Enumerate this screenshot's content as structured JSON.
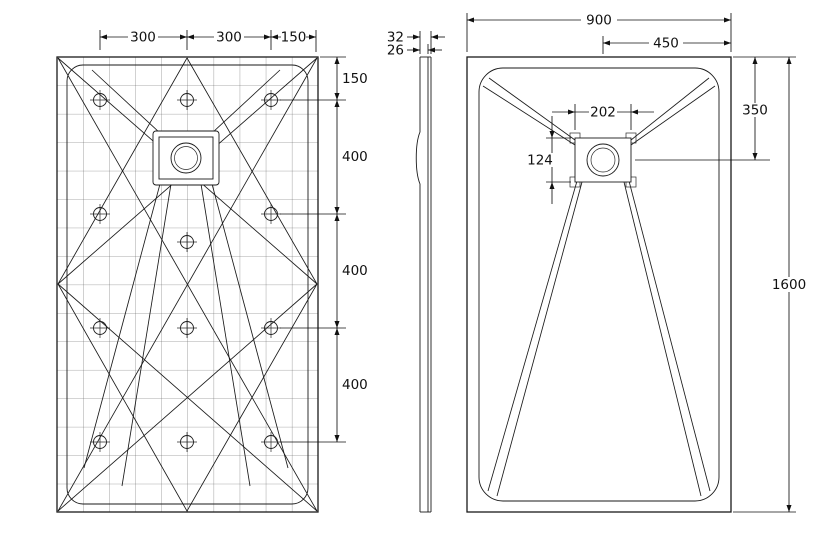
{
  "drawing": {
    "bottom_view": {
      "top_dims": [
        "300",
        "300",
        "150"
      ],
      "right_dims": [
        "150",
        "400",
        "400",
        "400"
      ]
    },
    "side_view": {
      "overall_thickness": "32",
      "panel_thickness": "26"
    },
    "top_view": {
      "overall_width": "900",
      "center_offset": "450",
      "drain_offset_top": "350",
      "drain_width": "202",
      "drain_depth": "124",
      "overall_length": "1600"
    }
  },
  "colors": {
    "line": "#1a1a1a",
    "background": "#ffffff"
  }
}
